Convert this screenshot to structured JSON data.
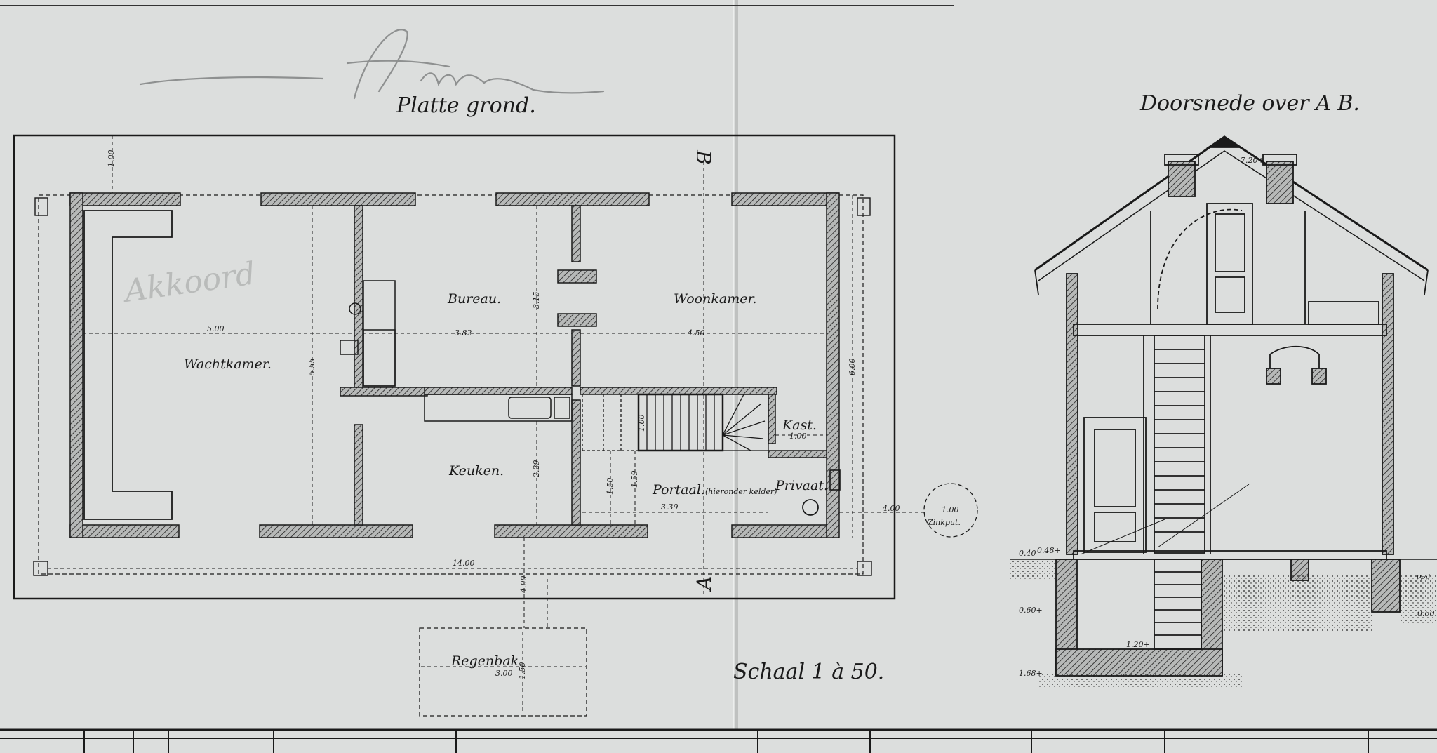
{
  "drawing": {
    "plan_title": "Platte grond.",
    "section_title": "Doorsnede over A B.",
    "scale_note": "Schaal 1 à 50.",
    "section_marker_top": "B",
    "section_marker_bottom": "A",
    "pencil_note": "Akkoord"
  },
  "rooms": {
    "wachtkamer": "Wachtkamer.",
    "bureau": "Bureau.",
    "woonkamer": "Woonkamer.",
    "keuken": "Keuken.",
    "portaal": "Portaal.",
    "portaal_note": "(hieronder kelder)",
    "kast": "Kast.",
    "privaat": "Privaat.",
    "zinkput": "Zinkput.",
    "regenbak": "Regenbak."
  },
  "dimensions": {
    "top_margin": "1.00",
    "wachtkamer_width": "5.00",
    "bureau_width": "3.82",
    "woonkamer_width": "4.50",
    "bureau_depth": "3.15",
    "wachtkamer_depth": "5.55",
    "total_depth": "6.00",
    "keuken_depth": "2.29",
    "portaal_depth_a": "1.50",
    "portaal_depth_b": "1.59",
    "portaal_width": "3.39",
    "kast_width": "1.00",
    "stair_dim": "1.00",
    "zinkput_dist": "4.00",
    "zinkput_dia": "1.00",
    "total_length": "14.00",
    "regenbak_dist": "4.00",
    "regenbak_width": "3.00",
    "regenbak_depth": "1.50"
  },
  "levels": {
    "ridge": "7.20+",
    "floor": "0.48+",
    "ground": "0.40",
    "peil": "Peil",
    "cellar_top": "0.60+",
    "cellar_top_right": "0.60",
    "cellar_width": "1.20+",
    "cellar_floor": "1.68+"
  },
  "colors": {
    "paper": "#dcdedd",
    "ink": "#1a1a1a",
    "wall_fill": "#9a9c9b",
    "pencil": "#9ea0a0"
  }
}
